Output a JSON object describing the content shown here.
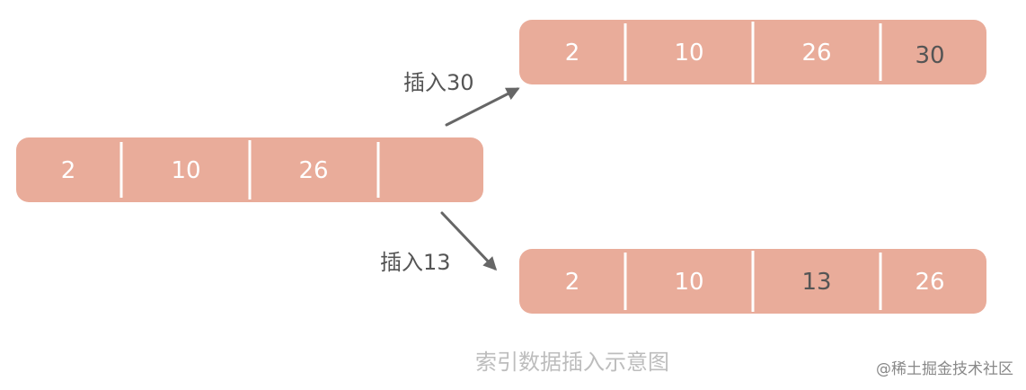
{
  "colors": {
    "block": "#E9AC9A",
    "divider": "#FFFFFF",
    "new_value_text": "#555555",
    "arrow": "#666666",
    "caption": "#BDBDBD"
  },
  "source_block": {
    "cells": [
      "2",
      "10",
      "26",
      ""
    ]
  },
  "result_top": {
    "cells": [
      "2",
      "10",
      "26",
      "30"
    ],
    "new_cell_index": 3
  },
  "result_bottom": {
    "cells": [
      "2",
      "10",
      "13",
      "26"
    ],
    "new_cell_index": 2
  },
  "labels": {
    "insert_30": "插入30",
    "insert_13": "插入13"
  },
  "caption": "索引数据插入示意图",
  "watermark": "@稀土掘金技术社区"
}
